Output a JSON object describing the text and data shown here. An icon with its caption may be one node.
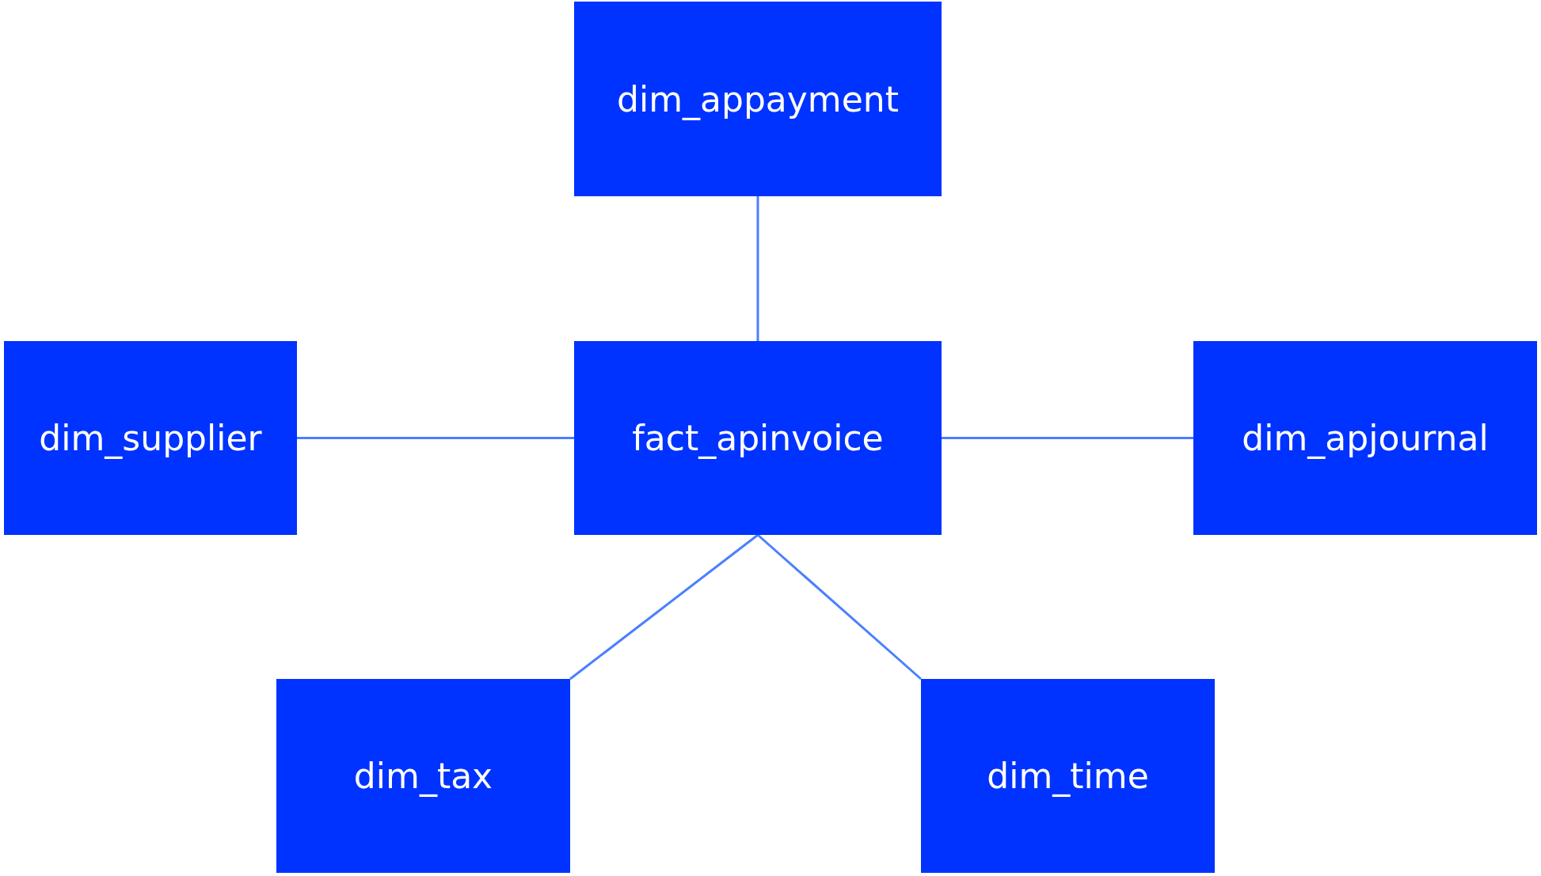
{
  "diagram": {
    "nodes": [
      {
        "text": [
          "dim_appayment"
        ]
      },
      {
        "text": [
          "dim_supplier"
        ]
      },
      {
        "text": [
          "fact_apinvoice"
        ]
      },
      {
        "text": [
          "dim_apjournal"
        ]
      },
      {
        "text": [
          "dim_tax"
        ]
      },
      {
        "text": [
          "dim_time"
        ]
      }
    ],
    "edges": [
      {
        "from": 2,
        "to": 0,
        "arrow": "none"
      },
      {
        "from": 2,
        "to": 1,
        "arrow": "none"
      },
      {
        "from": 2,
        "to": 3,
        "arrow": "none"
      },
      {
        "from": 2,
        "to": 4,
        "arrow": "none"
      },
      {
        "from": 2,
        "to": 5,
        "arrow": "none"
      }
    ]
  }
}
